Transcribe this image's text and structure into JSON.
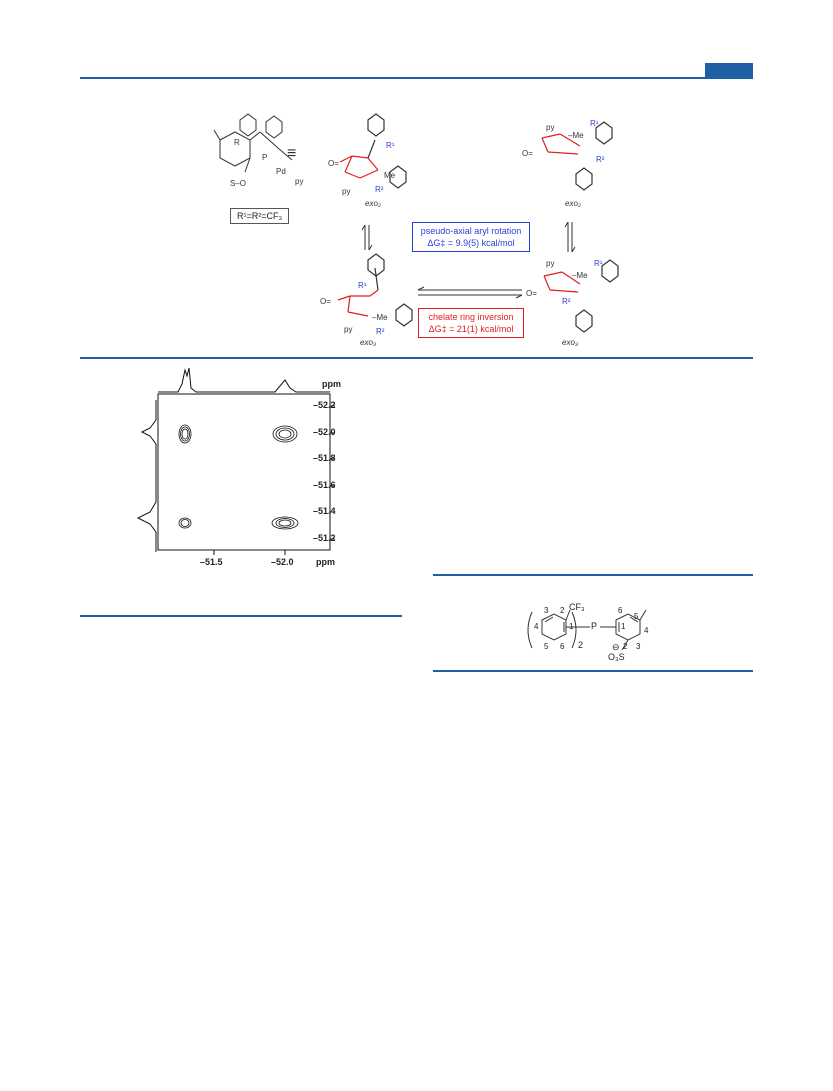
{
  "scheme": {
    "r_definition": "R¹=R²=CF₃",
    "equiv_symbol": "≡",
    "label_exo2_top": "exo₂",
    "label_exo2_right": "exo₂",
    "label_exo3_center": "exo₃",
    "label_exo3_right": "exo₃",
    "rotation_title": "pseudo-axial aryl rotation",
    "rotation_barrier": "ΔG‡ = 9.9(5) kcal/mol",
    "inversion_title": "chelate ring inversion",
    "inversion_barrier": "ΔG‡ = 21(1) kcal/mol",
    "colors": {
      "rule": "#1f5fa6",
      "blue": "#2a3fd6",
      "red": "#e02020"
    }
  },
  "nmr_spectrum": {
    "y_unit": "ppm",
    "x_unit": "ppm",
    "y_ticks": [
      "–52.2",
      "–52.0",
      "–51.8",
      "–51.6",
      "–51.4",
      "–51.2"
    ],
    "x_ticks": [
      "–51.5",
      "–52.0"
    ]
  },
  "ligand_numbering": {
    "cf3": "CF₃",
    "p": "P",
    "subscript_2": "2",
    "so3": "O₃S",
    "minus": "⊖",
    "left_ring": [
      "3",
      "2",
      "1",
      "4",
      "5",
      "6"
    ],
    "right_ring": [
      "6",
      "5",
      "1",
      "4",
      "2",
      "3"
    ]
  }
}
